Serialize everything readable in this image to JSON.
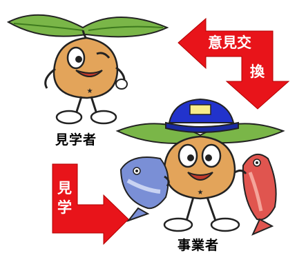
{
  "labels": {
    "visitor": "見学者",
    "business": "事業者"
  },
  "arrows": {
    "exchange_line1": "意見交",
    "exchange_line2": "換",
    "tour_line1": "見",
    "tour_line2": "学"
  },
  "colors": {
    "arrow_red": "#e8141a",
    "leaf_green": "#7ab648",
    "body_brown": "#e3a45a",
    "cap_blue": "#2233cc",
    "fish_blue": "#7a8fd6",
    "fish_red": "#e0554f"
  },
  "icons": {
    "visitor_character": "winking-chestnut-mascot",
    "business_character": "chestnut-mascot-with-cap",
    "fish_left": "tuna-fish",
    "fish_right": "red-sea-bream"
  }
}
